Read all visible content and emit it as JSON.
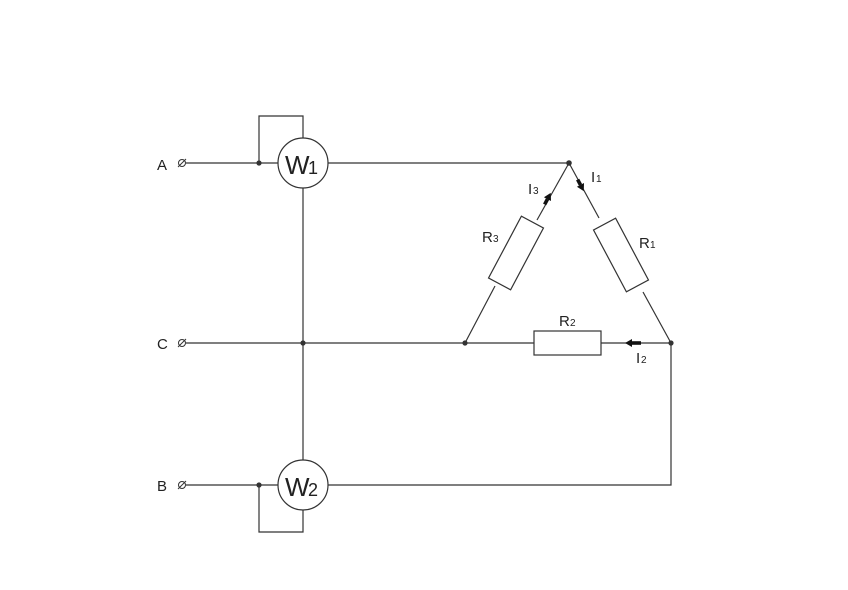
{
  "phases": {
    "a": "A",
    "c": "C",
    "b": "B"
  },
  "meters": {
    "w1": {
      "letter": "W",
      "sub": "1"
    },
    "w2": {
      "letter": "W",
      "sub": "2"
    }
  },
  "resistors": {
    "r1": {
      "letter": "R",
      "sub": "1"
    },
    "r2": {
      "letter": "R",
      "sub": "2"
    },
    "r3": {
      "letter": "R",
      "sub": "3"
    }
  },
  "currents": {
    "i1": {
      "letter": "I",
      "sub": "1"
    },
    "i2": {
      "letter": "I",
      "sub": "2"
    },
    "i3": {
      "letter": "I",
      "sub": "3"
    }
  }
}
